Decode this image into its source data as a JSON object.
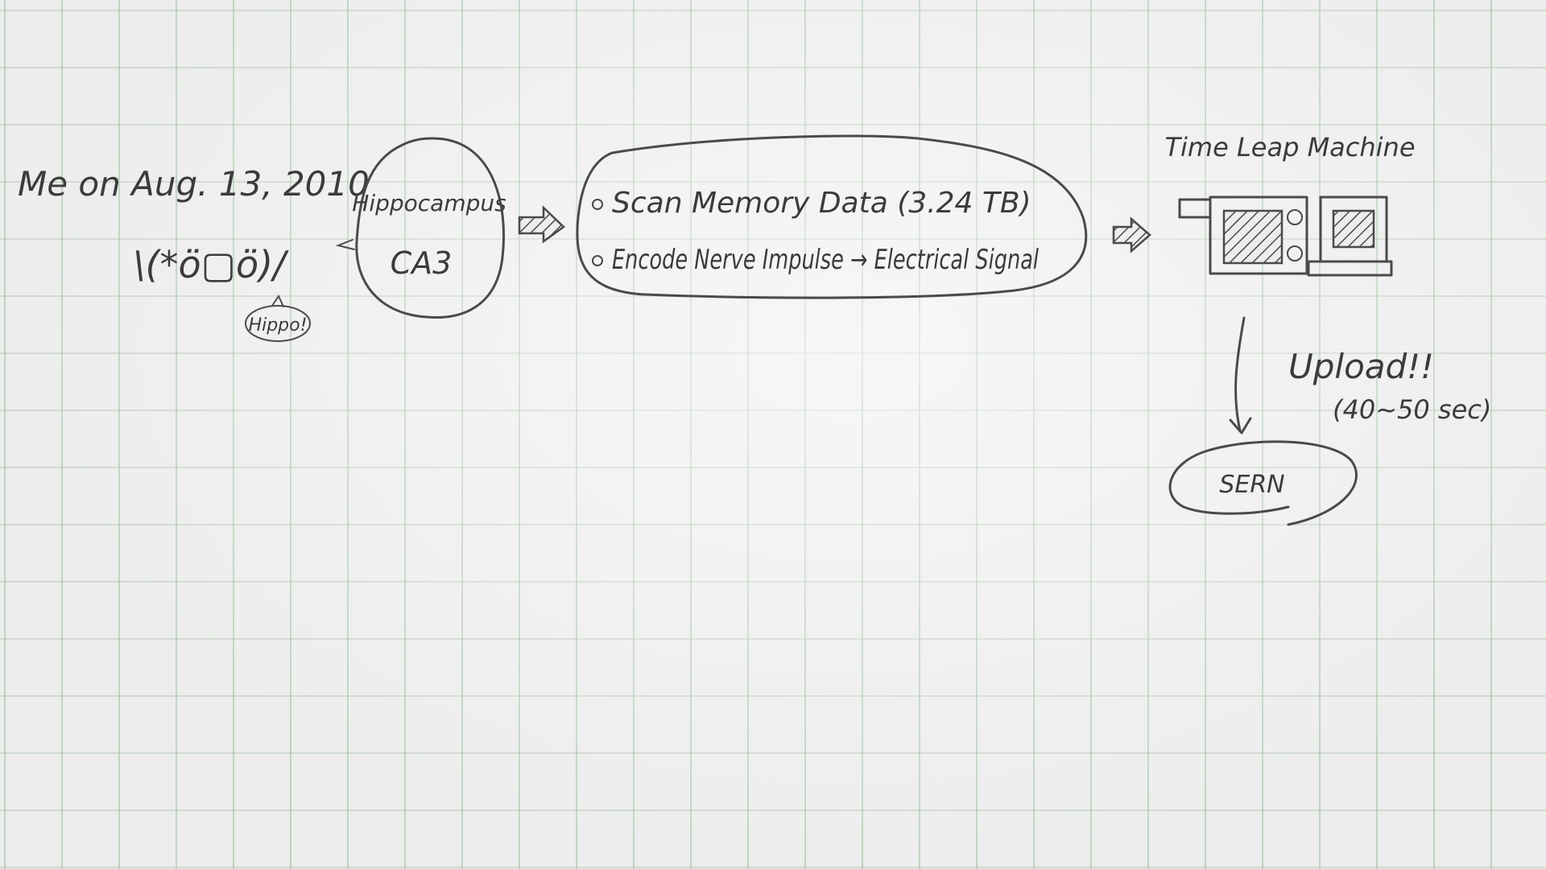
{
  "me_label": "Me on Aug. 13, 2010",
  "face_emoticon": "\\(*ö▢ö)/",
  "hippo_bubble": "Hippo!",
  "brain_region": {
    "line1": "Hippocampus",
    "line2": "CA3"
  },
  "process": {
    "item1": "Scan Memory Data (3.24 TB)",
    "item2": "Encode Nerve Impulse → Electrical Signal"
  },
  "machine_title": "Time Leap Machine",
  "upload_label": "Upload!!",
  "upload_time": "(40~50 sec)",
  "destination": "SERN",
  "colors": {
    "ink": "#4a4a4a",
    "paper": "#ecedec",
    "grid": "#a0bea0"
  }
}
